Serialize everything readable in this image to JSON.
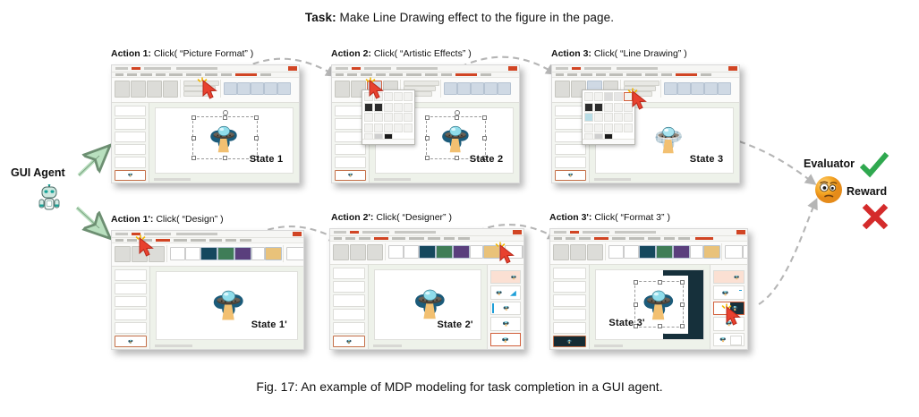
{
  "figure": {
    "task_prefix": "Task:",
    "task_text": "Make Line Drawing effect to the figure in the page.",
    "caption": "Fig. 17: An example of MDP modeling for task completion in a GUI agent."
  },
  "agent": {
    "label": "GUI Agent",
    "icon": "robot-icon"
  },
  "evaluator": {
    "label": "Evaluator",
    "reward_label": "Reward",
    "icon": "confused-face-icon",
    "success_icon": "green-check-icon",
    "failure_icon": "red-cross-icon",
    "success_color": "#2fa84f",
    "failure_color": "#d42b2b"
  },
  "rows": [
    {
      "id": "success-trajectory",
      "steps": [
        {
          "action_n": "Action 1:",
          "action_call_open": "Click(",
          "action_target": "“Picture Format”",
          "action_call_close": ")",
          "state_label": "State 1",
          "ribbon_kind": "picture-format",
          "gallery": false,
          "selected": true,
          "art_effect": "none"
        },
        {
          "action_n": "Action 2:",
          "action_call_open": "Click(",
          "action_target": "“Artistic Effects”",
          "action_call_close": ")",
          "state_label": "State 2",
          "ribbon_kind": "picture-format",
          "gallery": true,
          "selected": true,
          "art_effect": "none"
        },
        {
          "action_n": "Action 3:",
          "action_call_open": "Click(",
          "action_target": "“Line Drawing”",
          "action_call_close": ")",
          "state_label": "State 3",
          "ribbon_kind": "picture-format",
          "gallery": true,
          "selected": false,
          "art_effect": "line-drawing"
        }
      ]
    },
    {
      "id": "failure-trajectory",
      "steps": [
        {
          "action_n": "Action 1':",
          "action_call_open": "Click(",
          "action_target": "“Design”",
          "action_call_close": ")",
          "state_label": "State 1'",
          "ribbon_kind": "design",
          "designer_pane": false,
          "art_effect": "none"
        },
        {
          "action_n": "Action 2':",
          "action_call_open": "Click(",
          "action_target": "“Designer”",
          "action_call_close": ")",
          "state_label": "State 2'",
          "ribbon_kind": "design",
          "designer_pane": true,
          "art_effect": "none"
        },
        {
          "action_n": "Action 3':",
          "action_call_open": "Click(",
          "action_target": "“Format 3”",
          "action_call_close": ")",
          "state_label": "State 3'",
          "ribbon_kind": "design",
          "designer_pane": true,
          "art_effect": "designer-applied"
        }
      ]
    }
  ]
}
